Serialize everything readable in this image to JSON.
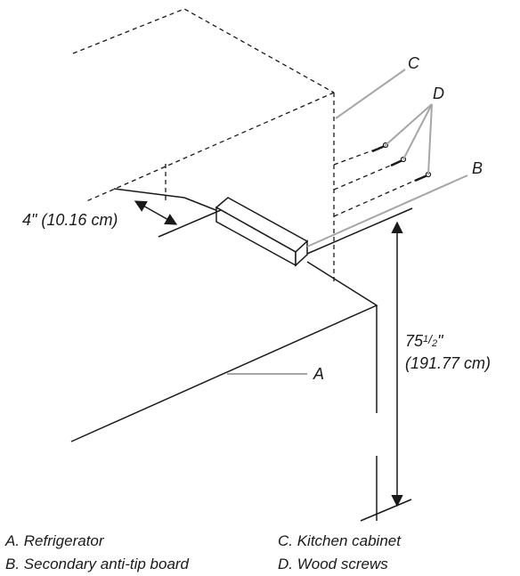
{
  "callouts": {
    "a": "A",
    "b": "B",
    "c": "C",
    "d": "D"
  },
  "dimensions": {
    "gap": "4\" (10.16 cm)",
    "height_whole": "75",
    "height_num": "1",
    "height_den": "2",
    "height_inch": "\"",
    "height_metric": "(191.77 cm)"
  },
  "legend": {
    "a": "A. Refrigerator",
    "b": "B. Secondary anti-tip board",
    "c": "C. Kitchen cabinet",
    "d": "D. Wood screws"
  },
  "colors": {
    "line": "#1a1a1a",
    "leader": "#a6a6a6"
  }
}
